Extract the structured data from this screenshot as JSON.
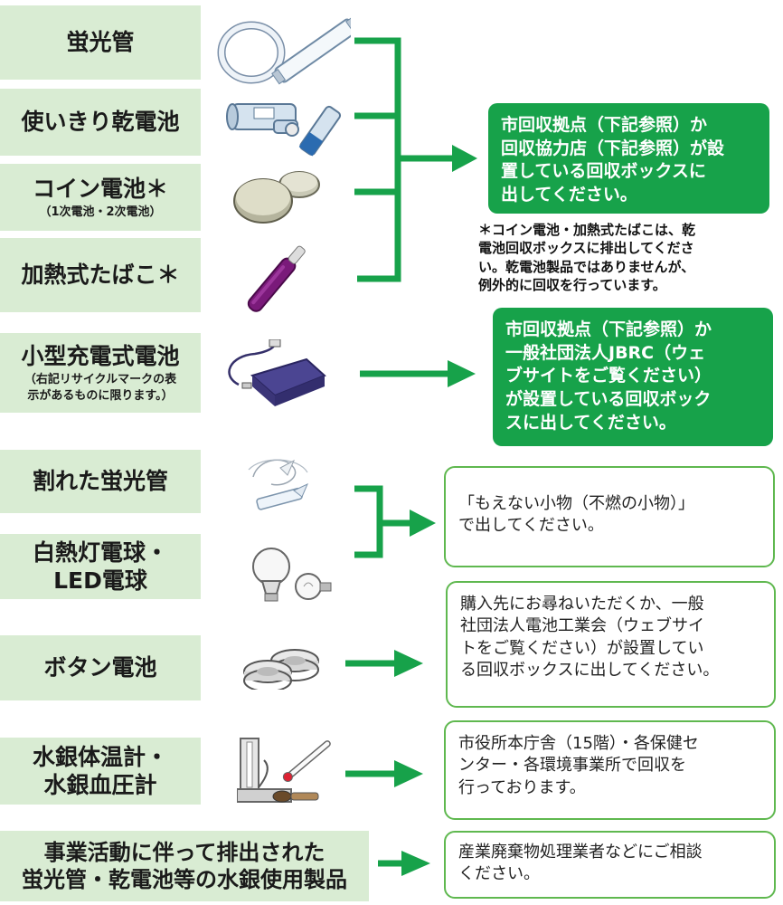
{
  "items": [
    {
      "label": "蛍光管",
      "sub": ""
    },
    {
      "label": "使いきり乾電池",
      "sub": ""
    },
    {
      "label": "コイン電池＊",
      "sub": "（1次電池・2次電池）"
    },
    {
      "label": "加熱式たばこ＊",
      "sub": ""
    },
    {
      "label": "小型充電式電池",
      "sub": "（右記リサイクルマークの表\n示があるものに限ります。）"
    },
    {
      "label": "割れた蛍光管",
      "sub": ""
    },
    {
      "label": "白熱灯電球・\nLED電球",
      "sub": ""
    },
    {
      "label": "ボタン電池",
      "sub": ""
    },
    {
      "label": "水銀体温計・\n水銀血圧計",
      "sub": ""
    },
    {
      "label": "事業活動に伴って排出された\n蛍光管・乾電池等の水銀使用製品",
      "sub": ""
    }
  ],
  "destinations": {
    "city_collection": "市回収拠点（下記参照）か\n回収協力店（下記参照）が設\n置している回収ボックスに\n出してください。",
    "coin_note": "＊コイン電池・加熱式たばこは、乾\n電池回収ボックスに排出してくださ\nい。乾電池製品ではありませんが、\n例外的に回収を行っています。",
    "jbrc": "市回収拠点（下記参照）か\n一般社団法人JBRC（ウェ\nブサイトをご覧ください）\nが設置している回収ボック\nスに出してください。",
    "non_burnable": "「もえない小物（不燃の小物）」\nで出してください。",
    "button_battery": "購入先にお尋ねいただくか、一般\n社団法人電池工業会（ウェブサイ\nトをご覧ください）が設置してい\nる回収ボックスに出してください。",
    "mercury": "市役所本庁舎（15階）・各保健セ\nンター・各環境事業所で回収を\n行っております。",
    "industrial": "産業廃棄物処理業者などにご相談\nください。"
  },
  "icons": [
    "fluorescent-tube-icon",
    "dry-battery-icon",
    "coin-battery-icon",
    "heated-tobacco-icon",
    "rechargeable-battery-icon",
    "broken-tube-icon",
    "light-bulb-icon",
    "button-battery-icon",
    "mercury-thermometer-icon"
  ],
  "colors": {
    "accent_green": "#17a24a",
    "label_bg": "#d9ecd3",
    "box_border": "#5fb84f"
  }
}
